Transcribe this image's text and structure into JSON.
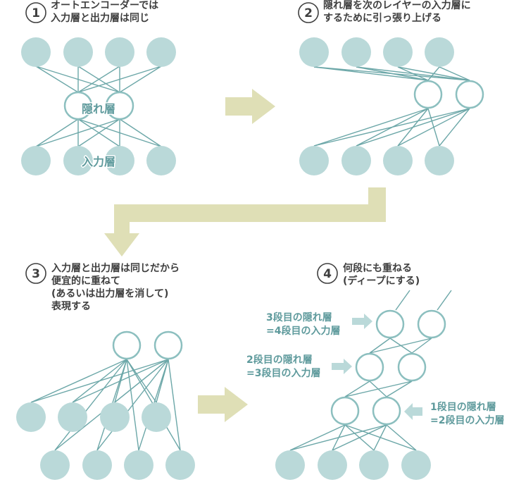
{
  "colors": {
    "node_fill": "#bad9d9",
    "node_stroke": "#8cbfbf",
    "edge": "#6ca7a8",
    "flow_arrow": "#dfdfb6",
    "note_arrow": "#bad9d9",
    "note_text": "#5e9a9c",
    "title_text": "#3f3f3f"
  },
  "panels": [
    {
      "number": "1",
      "title_lines": [
        "オートエンコーダーでは",
        "入力層と出力層は同じ"
      ],
      "labels": {
        "hidden": "隠れ層",
        "input": "入力層"
      }
    },
    {
      "number": "2",
      "title_lines": [
        "隠れ層を次のレイヤーの入力層に",
        "するために引っ張り上げる"
      ]
    },
    {
      "number": "3",
      "title_lines": [
        "入力層と出力層は同じだから",
        "便宜的に重ねて",
        "(あるいは出力層を消して)",
        "表現する"
      ]
    },
    {
      "number": "4",
      "title_lines": [
        "何段にも重ねる",
        "(ディープにする)"
      ],
      "annotations": [
        {
          "lines": [
            "3段目の隠れ層",
            "=4段目の入力層"
          ],
          "arrow_direction": "right"
        },
        {
          "lines": [
            "2段目の隠れ層",
            "=3段目の入力層"
          ],
          "arrow_direction": "right"
        },
        {
          "lines": [
            "1段目の隠れ層",
            "=2段目の入力層"
          ],
          "arrow_direction": "left"
        }
      ]
    }
  ],
  "flow_arrows": [
    {
      "from": "1",
      "to": "2",
      "direction": "right"
    },
    {
      "from": "2",
      "to": "3",
      "direction": "elbow-down"
    },
    {
      "from": "3",
      "to": "4",
      "direction": "right"
    }
  ]
}
